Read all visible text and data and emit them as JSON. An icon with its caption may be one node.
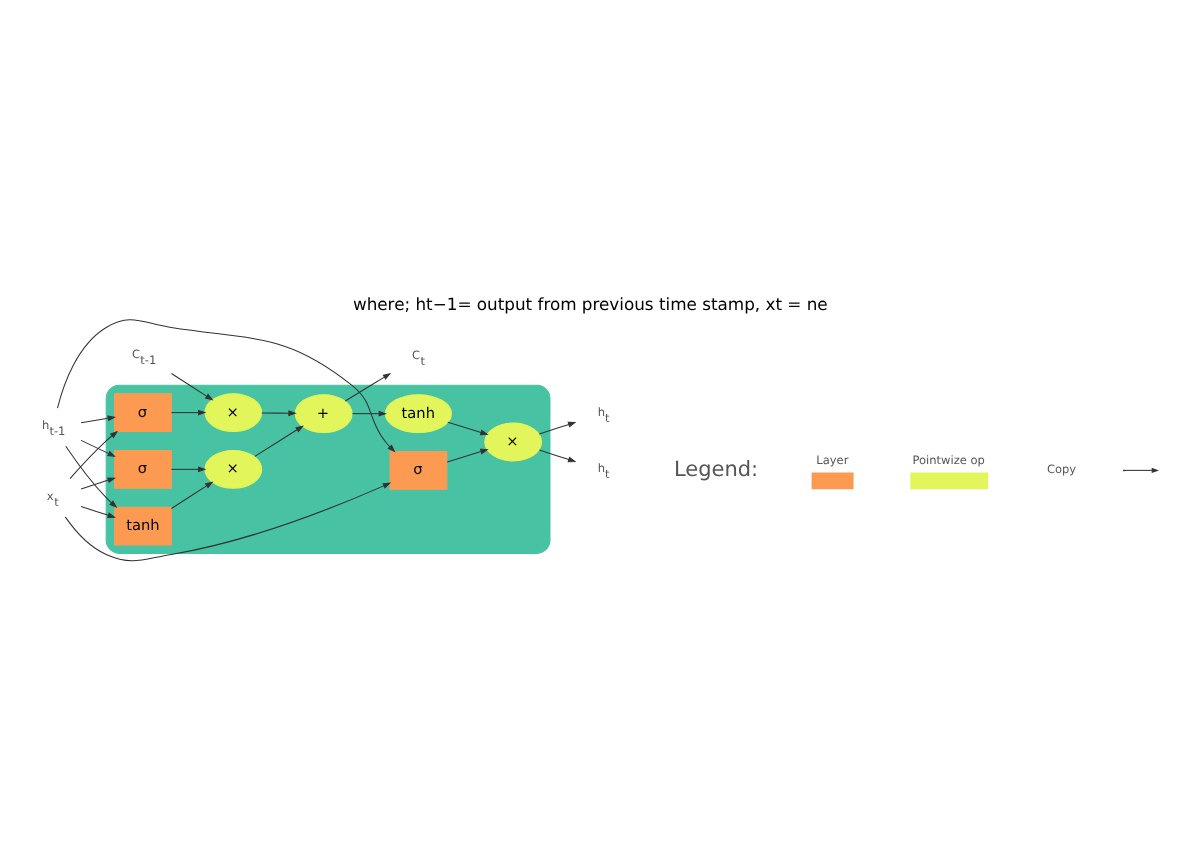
{
  "diagram": {
    "title": "where; ht−1= output from previous time stamp, xt = ne",
    "nodes": [
      {
        "text": [],
        "shape": "box"
      },
      {
        "text": [
          "C$_{t-1}$"
        ]
      },
      {
        "text": [
          "h$_{t-1}$"
        ]
      },
      {
        "text": [
          "x$_{t}$"
        ]
      },
      {
        "text": [
          "×"
        ],
        "in": 0
      },
      {
        "text": [
          "+"
        ],
        "in": 0
      },
      {
        "text": [
          "×"
        ],
        "in": 0
      },
      {
        "text": [
          "σ"
        ],
        "in": 0
      },
      {
        "text": [
          "σ"
        ],
        "in": 0
      },
      {
        "text": [
          "tanh"
        ],
        "in": 0
      },
      {
        "text": [
          "σ"
        ],
        "in": 0
      },
      {
        "text": [
          "tanh"
        ],
        "in": 0
      },
      {
        "text": [
          "×"
        ],
        "in": 0
      },
      {
        "text": [
          "h$_{t}$"
        ]
      },
      {
        "text": [
          "C$_{t}$"
        ]
      },
      {
        "text": [
          "h$_{t}$"
        ]
      }
    ],
    "edges": [
      {
        "from": 1,
        "to": 4,
        "arrow": "to"
      },
      {
        "from": 7,
        "to": 4,
        "arrow": "to"
      },
      {
        "from": 4,
        "to": 5,
        "arrow": "to"
      },
      {
        "from": 6,
        "to": 5,
        "arrow": "to"
      },
      {
        "from": 8,
        "to": 6,
        "arrow": "to"
      },
      {
        "from": 9,
        "to": 6,
        "arrow": "to"
      },
      {
        "from": 2,
        "to": 7,
        "arrow": "to"
      },
      {
        "from": 2,
        "to": 8,
        "arrow": "to"
      },
      {
        "from": 2,
        "to": 9,
        "arrow": "to"
      },
      {
        "from": 2,
        "to": 10,
        "arrow": "to"
      },
      {
        "from": 3,
        "to": 7,
        "arrow": "to"
      },
      {
        "from": 3,
        "to": 8,
        "arrow": "to"
      },
      {
        "from": 3,
        "to": 9,
        "arrow": "to"
      },
      {
        "from": 3,
        "to": 10,
        "arrow": "to"
      },
      {
        "from": 10,
        "to": 12,
        "arrow": "to"
      },
      {
        "from": 5,
        "to": 11,
        "arrow": "to"
      },
      {
        "from": 11,
        "to": 12,
        "arrow": "to"
      },
      {
        "from": 5,
        "to": 14,
        "arrow": "to"
      },
      {
        "from": 12,
        "to": 13,
        "arrow": "to"
      },
      {
        "from": 12,
        "to": 15,
        "arrow": "to"
      }
    ],
    "labels": [
      "Legend:"
    ],
    "legend": [
      {
        "text": "Layer",
        "color": "#fd9a52"
      },
      {
        "text": "Pointwize op",
        "color": "#e2f55a"
      },
      {
        "text": "Copy"
      }
    ]
  }
}
